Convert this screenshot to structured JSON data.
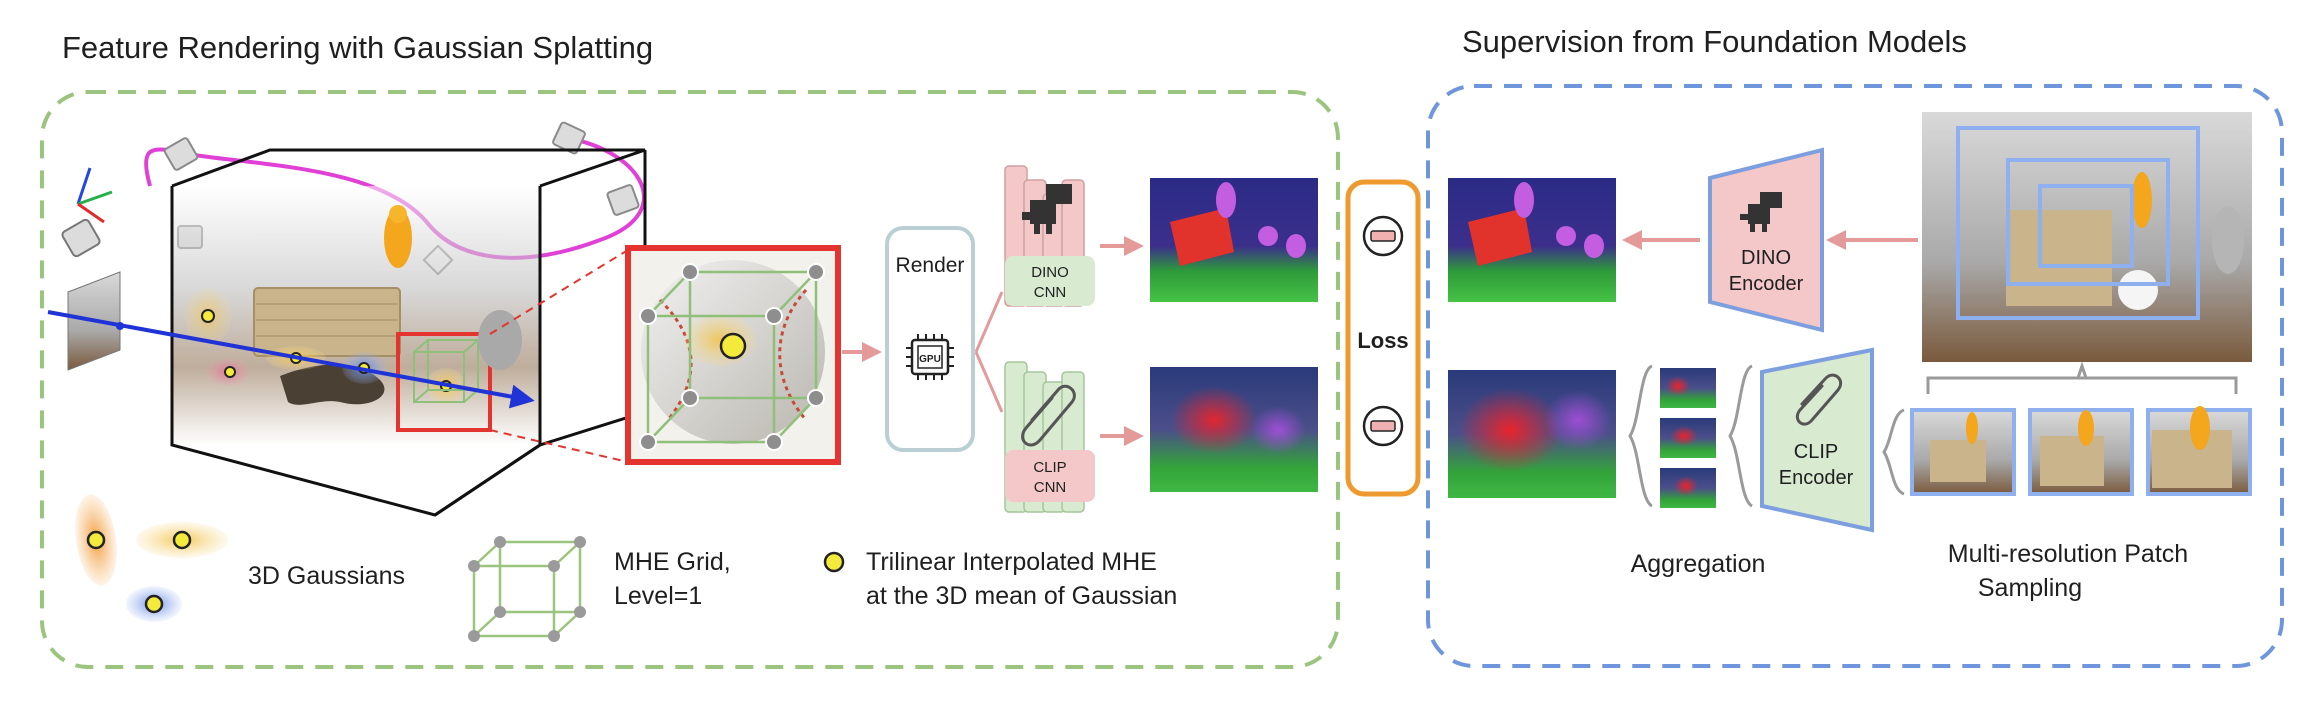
{
  "left_panel": {
    "title": "Feature Rendering with Gaussian Splatting",
    "render_label": "Render",
    "gpu_label": "GPU",
    "dino_cnn_label": [
      "DINO",
      "CNN"
    ],
    "clip_cnn_label": [
      "CLIP",
      "CNN"
    ],
    "legend": {
      "gaussians": "3D Gaussians",
      "mhe_grid": [
        "MHE Grid,",
        "Level=1"
      ],
      "trilinear": [
        "Trilinear Interpolated MHE",
        "at the 3D mean of Gaussian"
      ]
    }
  },
  "loss_label": "Loss",
  "right_panel": {
    "title": "Supervision from Foundation Models",
    "dino_encoder": [
      "DINO",
      "Encoder"
    ],
    "clip_encoder": [
      "CLIP",
      "Encoder"
    ],
    "aggregation": "Aggregation",
    "patch_sampling": [
      "Multi-resolution Patch",
      "Sampling"
    ]
  },
  "colors": {
    "left_border": "#9bc47e",
    "right_border": "#6f96dc",
    "loss_border": "#ee9a2e",
    "arrow": "#e59a9a",
    "dino_fill": "#f4c8c8",
    "clip_fill": "#d8ead0",
    "encoder_stroke": "#7d9fe0",
    "magnify_red": "#e3342f",
    "camera_path": "#e040d6",
    "ray": "#1f33d6"
  },
  "icons": [
    "camera-icon",
    "gpu-chip-icon",
    "dino-icon",
    "paperclip-icon",
    "minus-icon",
    "axes-icon"
  ]
}
